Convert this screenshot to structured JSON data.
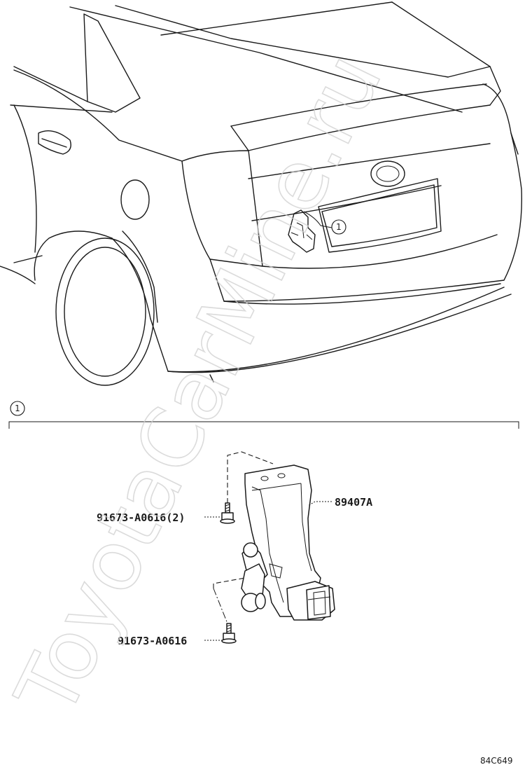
{
  "callout": {
    "number": "1"
  },
  "parts": {
    "sensor": "89407A",
    "bolt_upper": "91673-A0616(2)",
    "bolt_lower": "91673-A0616"
  },
  "watermark": "ToyotaCarMine.ru",
  "illustration_code": "84C649"
}
